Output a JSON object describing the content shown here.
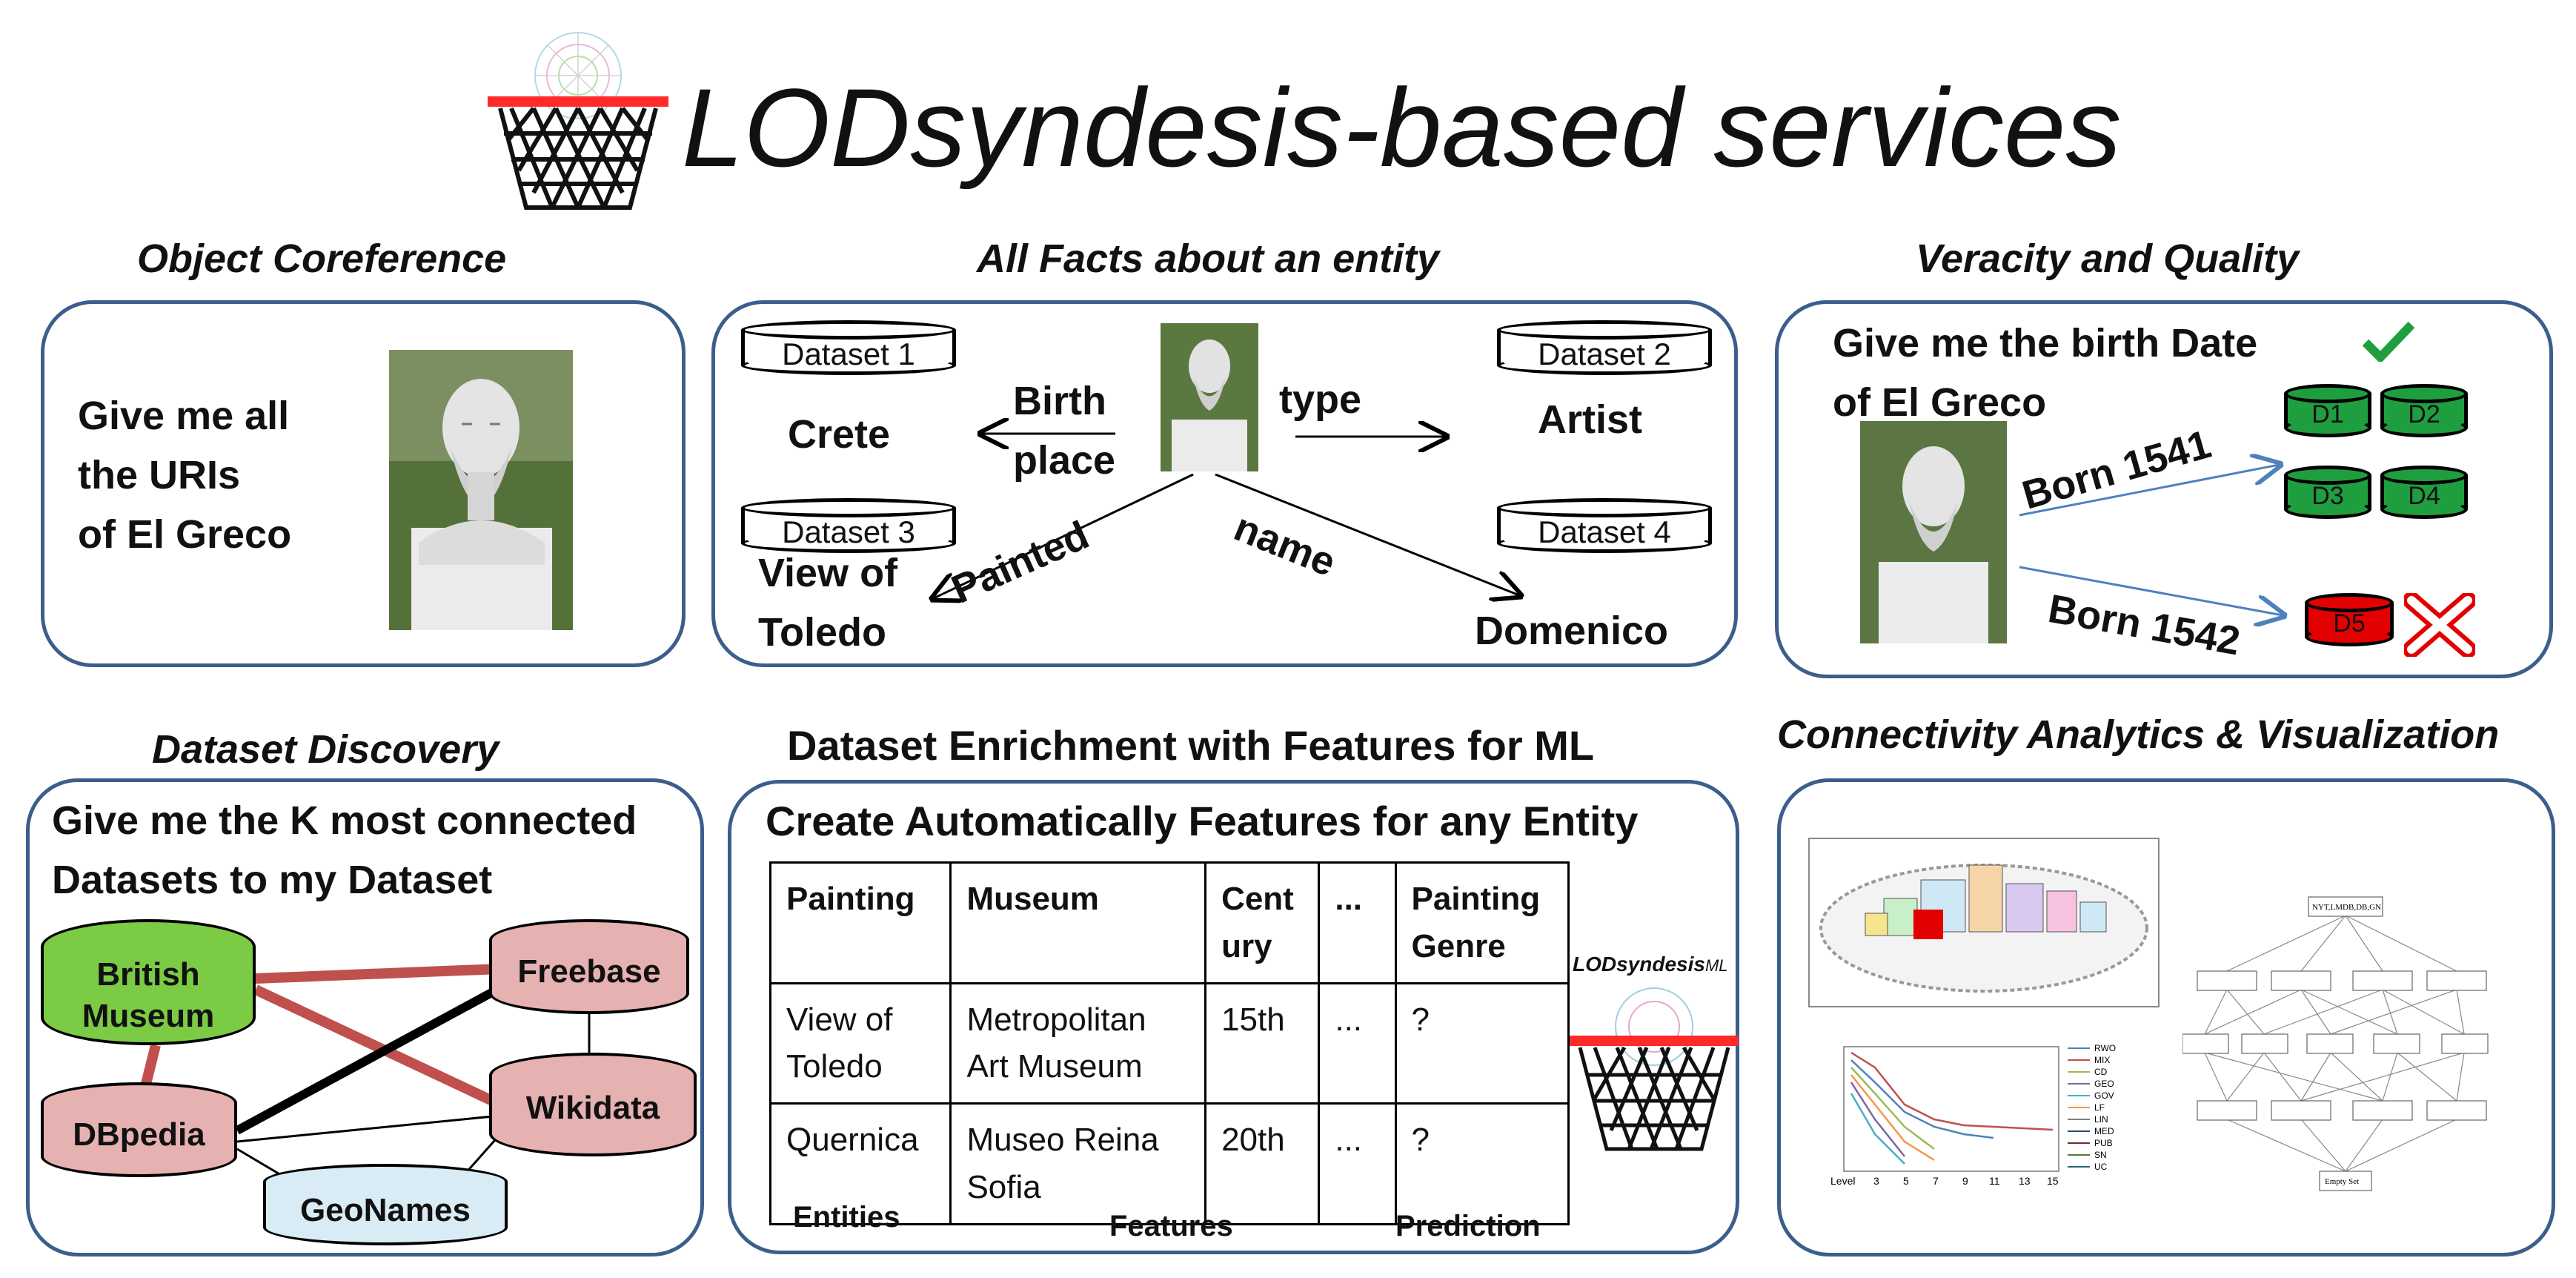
{
  "title": "LODsyndesis-based services",
  "colors": {
    "panel_border": "#3b5e8c",
    "hoop_red": "#ff2a2a",
    "green": "#1f9e3f",
    "red": "#e30000",
    "pink": "#e6b1b1",
    "pink_edge": "#c0504d",
    "british_green": "#7ccb45",
    "geonames_blue": "#d9ecf5"
  },
  "panels": {
    "object_coreference": {
      "title": "Object Coreference",
      "text_lines": [
        "Give me all",
        "the URIs",
        "of El Greco"
      ]
    },
    "all_facts": {
      "title": "All Facts about an entity",
      "datasets": [
        "Dataset 1",
        "Dataset 2",
        "Dataset 3",
        "Dataset 4"
      ],
      "values": {
        "crete": "Crete",
        "artist": "Artist",
        "view_of": "View of",
        "toledo": "Toledo",
        "domenico": "Domenico"
      },
      "edges": {
        "birth": "Birth",
        "place": "place",
        "type": "type",
        "painted": "Painted",
        "name": "name"
      }
    },
    "veracity": {
      "title": "Veracity and Quality",
      "text_lines": [
        "Give me the birth Date",
        "of El Greco"
      ],
      "claims": [
        "Born 1541",
        "Born 1542"
      ],
      "sources": [
        "D1",
        "D2",
        "D3",
        "D4",
        "D5"
      ],
      "check_icon": "check-icon",
      "cross_icon": "cross-icon"
    },
    "dataset_discovery": {
      "title": "Dataset Discovery",
      "text_lines": [
        "Give me the K most connected",
        "Datasets to  my Dataset"
      ],
      "nodes": {
        "british_line1": "British",
        "british_line2": "Museum",
        "freebase": "Freebase",
        "dbpedia": "DBpedia",
        "wikidata": "Wikidata",
        "geonames": "GeoNames"
      }
    },
    "enrichment": {
      "title": "Dataset Enrichment with Features for ML",
      "subtitle": "Create Automatically Features for any Entity",
      "table": {
        "headers": [
          [
            "Painting"
          ],
          [
            "Museum"
          ],
          [
            "Cent",
            "ury"
          ],
          [
            "..."
          ],
          [
            "Painting",
            "Genre"
          ]
        ],
        "rows": [
          [
            [
              "View of",
              "Toledo"
            ],
            [
              "Metropolitan",
              "Art Museum"
            ],
            [
              "15th"
            ],
            [
              "..."
            ],
            [
              "?"
            ]
          ],
          [
            [
              "Quernica"
            ],
            [
              "Museo Reina",
              "Sofia"
            ],
            [
              "20th"
            ],
            [
              "..."
            ],
            [
              "?"
            ]
          ]
        ]
      },
      "footer": {
        "entities": "Entities",
        "features": "Features",
        "prediction": "Prediction"
      },
      "logo_text": "LODsyndesis",
      "logo_suffix": "ML"
    },
    "connectivity": {
      "title": "Connectivity Analytics & Visualization",
      "chart_legend": [
        "RWO",
        "MIX",
        "CD",
        "GEO",
        "GOV",
        "LF",
        "LIN",
        "MED",
        "PUB",
        "SN",
        "UC"
      ],
      "chart_x_label": "Level",
      "chart_x_ticks": [
        "3",
        "5",
        "7",
        "9",
        "11",
        "13",
        "15"
      ],
      "lattice_top": "NYT,LMDB,DB,GN",
      "lattice_bottom": "Empty Set"
    }
  }
}
